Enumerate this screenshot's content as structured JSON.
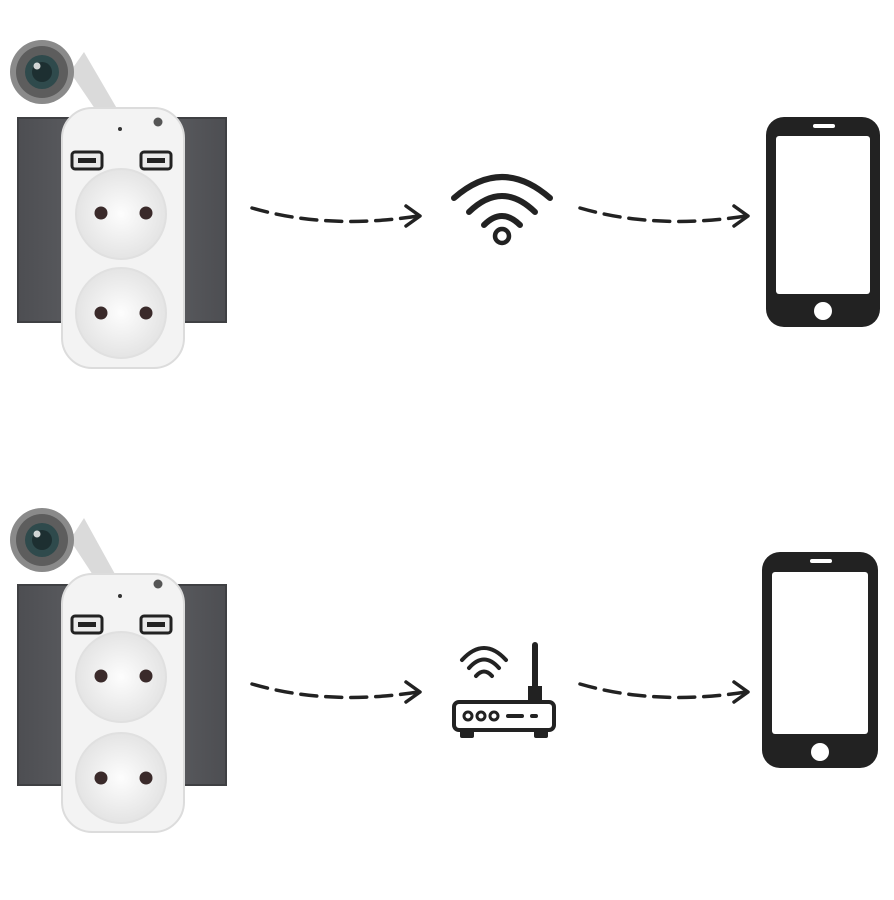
{
  "diagram": {
    "rows": [
      {
        "id": "direct-wifi",
        "nodes": [
          {
            "kind": "socket-camera",
            "icon": "camera-socket-icon"
          },
          {
            "kind": "wifi",
            "icon": "wifi-icon"
          },
          {
            "kind": "phone",
            "icon": "smartphone-icon"
          }
        ],
        "connections": [
          {
            "from": "socket-camera",
            "to": "wifi",
            "style": "dashed-arrow"
          },
          {
            "from": "wifi",
            "to": "phone",
            "style": "dashed-arrow"
          }
        ]
      },
      {
        "id": "via-router",
        "nodes": [
          {
            "kind": "socket-camera",
            "icon": "camera-socket-icon"
          },
          {
            "kind": "router",
            "icon": "router-icon"
          },
          {
            "kind": "phone",
            "icon": "smartphone-icon"
          }
        ],
        "connections": [
          {
            "from": "socket-camera",
            "to": "router",
            "style": "dashed-arrow"
          },
          {
            "from": "router",
            "to": "phone",
            "style": "dashed-arrow"
          }
        ]
      }
    ],
    "colors": {
      "wall_plate": "#5c5d61",
      "socket_body": "#f3f3f3",
      "icon_stroke": "#222222",
      "lens_ring": "#6f6f6f",
      "lens_glass": "#2f4a4c"
    }
  }
}
